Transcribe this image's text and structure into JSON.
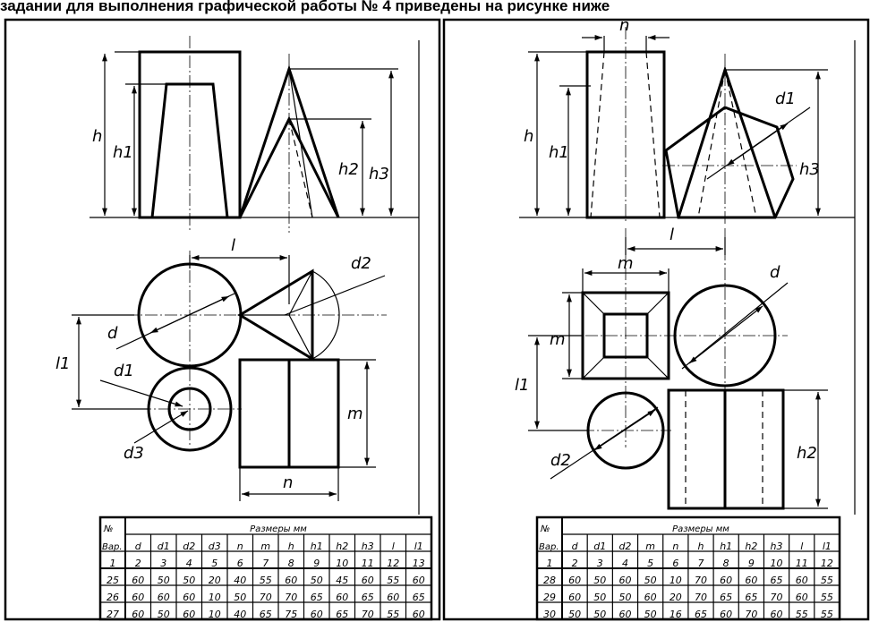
{
  "caption": "задании для выполнения графической работы № 4 приведены на рисунке ниже",
  "left_sheet": {
    "labels": {
      "h": "h",
      "h1": "h1",
      "h2": "h2",
      "h3": "h3",
      "l": "l",
      "l1": "l1",
      "d": "d",
      "d1": "d1",
      "d2": "d2",
      "d3": "d3",
      "m": "m",
      "n": "n"
    },
    "table": {
      "corner_top": "№",
      "corner_bottom": "Вар.",
      "group_header": "Размеры мм",
      "columns": [
        "d",
        "d1",
        "d2",
        "d3",
        "n",
        "m",
        "h",
        "h1",
        "h2",
        "h3",
        "l",
        "l1"
      ],
      "rows": [
        [
          "1",
          "2",
          "3",
          "4",
          "5",
          "6",
          "7",
          "8",
          "9",
          "10",
          "11",
          "12",
          "13"
        ],
        [
          "25",
          "60",
          "50",
          "50",
          "20",
          "40",
          "55",
          "60",
          "50",
          "45",
          "60",
          "55",
          "60"
        ],
        [
          "26",
          "60",
          "60",
          "60",
          "10",
          "50",
          "70",
          "70",
          "65",
          "60",
          "65",
          "60",
          "65"
        ],
        [
          "27",
          "60",
          "50",
          "60",
          "10",
          "40",
          "65",
          "75",
          "60",
          "65",
          "70",
          "55",
          "60"
        ]
      ]
    }
  },
  "right_sheet": {
    "labels": {
      "h": "h",
      "h1": "h1",
      "h2": "h2",
      "h3": "h3",
      "l": "l",
      "l1": "l1",
      "d": "d",
      "d1": "d1",
      "d2": "d2",
      "m": "m",
      "n": "n"
    },
    "table": {
      "corner_top": "№",
      "corner_bottom": "Вар.",
      "group_header": "Размеры мм",
      "columns": [
        "d",
        "d1",
        "d2",
        "m",
        "n",
        "h",
        "h1",
        "h2",
        "h3",
        "l",
        "l1"
      ],
      "rows": [
        [
          "1",
          "2",
          "3",
          "4",
          "5",
          "6",
          "7",
          "8",
          "9",
          "10",
          "11",
          "12"
        ],
        [
          "28",
          "60",
          "50",
          "60",
          "50",
          "10",
          "70",
          "60",
          "60",
          "65",
          "60",
          "55"
        ],
        [
          "29",
          "60",
          "50",
          "50",
          "60",
          "20",
          "70",
          "65",
          "65",
          "70",
          "60",
          "55"
        ],
        [
          "30",
          "50",
          "50",
          "60",
          "50",
          "16",
          "65",
          "60",
          "70",
          "60",
          "55",
          "55"
        ]
      ]
    }
  }
}
